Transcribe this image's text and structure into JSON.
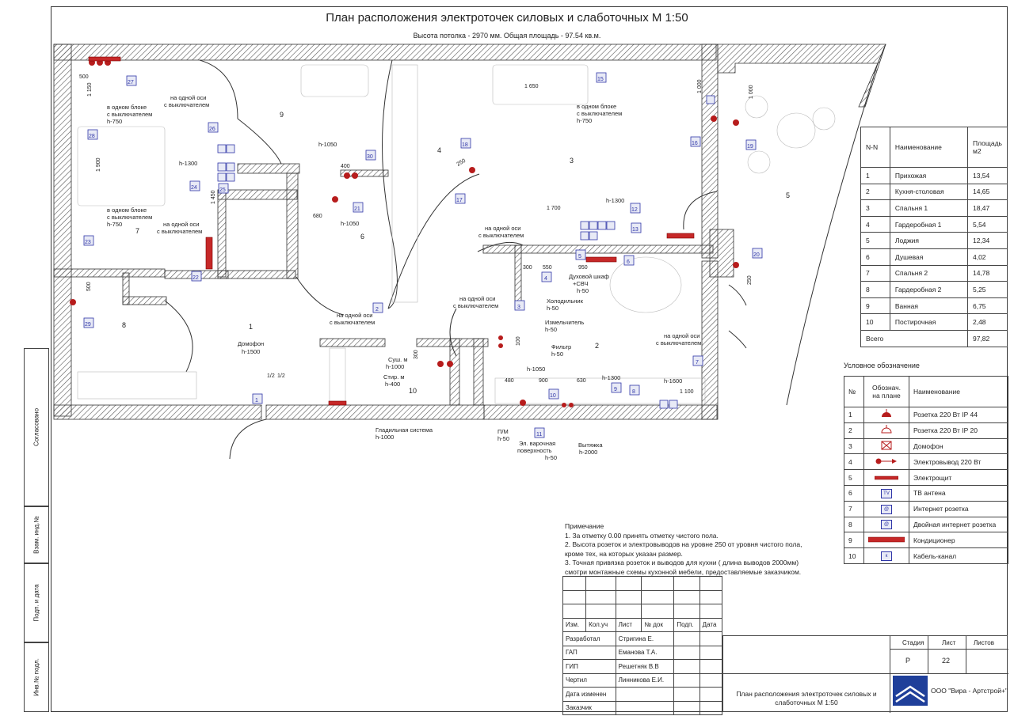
{
  "drawing": {
    "title": "План расположения электроточек силовых и слаботочных М 1:50",
    "subtitle": "Высота потолка - 2970 мм. Общая площадь - 97.54 кв.м."
  },
  "rooms_table": {
    "headers": {
      "num": "N-N",
      "name": "Наименование",
      "area": "Площадь м2"
    },
    "rows": [
      {
        "num": "1",
        "name": "Прихожая",
        "area": "13,54"
      },
      {
        "num": "2",
        "name": "Кухня-столовая",
        "area": "14,65"
      },
      {
        "num": "3",
        "name": "Спальня 1",
        "area": "18,47"
      },
      {
        "num": "4",
        "name": "Гардеробная 1",
        "area": "5,54"
      },
      {
        "num": "5",
        "name": "Лоджия",
        "area": "12,34"
      },
      {
        "num": "6",
        "name": "Душевая",
        "area": "4,02"
      },
      {
        "num": "7",
        "name": "Спальня 2",
        "area": "14,78"
      },
      {
        "num": "8",
        "name": "Гардеробная 2",
        "area": "5,25"
      },
      {
        "num": "9",
        "name": "Ванная",
        "area": "6,75"
      },
      {
        "num": "10",
        "name": "Постирочная",
        "area": "2,48"
      }
    ],
    "total": {
      "label": "Всего",
      "area": "97,82"
    }
  },
  "legend": {
    "title": "Условное обозначение",
    "headers": {
      "num": "№",
      "symbol": "Обознач. на плане",
      "name": "Наименование"
    },
    "rows": [
      {
        "num": "1",
        "name": "Розетка 220 Вт IP 44",
        "symbol": "socket-ip44"
      },
      {
        "num": "2",
        "name": "Розетка 220 Вт  IP 20",
        "symbol": "socket-ip20"
      },
      {
        "num": "3",
        "name": "Домофон",
        "symbol": "intercom"
      },
      {
        "num": "4",
        "name": "Электровывод  220 Вт",
        "symbol": "outlet"
      },
      {
        "num": "5",
        "name": "Электрощит",
        "symbol": "panel"
      },
      {
        "num": "6",
        "name": "ТВ антена",
        "symbol": "tv",
        "glyph": "TV"
      },
      {
        "num": "7",
        "name": "Интернет розетка",
        "symbol": "internet",
        "glyph": "@"
      },
      {
        "num": "8",
        "name": "Двойная интернет розетка",
        "symbol": "internet-double",
        "glyph": "@"
      },
      {
        "num": "9",
        "name": "Кондиционер",
        "symbol": "ac"
      },
      {
        "num": "10",
        "name": "Кабель-канал",
        "symbol": "cable",
        "glyph": "к"
      }
    ]
  },
  "notes": {
    "title": "Примечание",
    "lines": [
      "1. За отметку 0.00 принять отметку чистого пола.",
      "2. Высота розеток и электровыводов на уровне 250 от уровня чистого пола,",
      "кроме тех, на которых указан размер.",
      "3. Точная привязка розеток и выводов для кухни ( длина выводов 2000мм)",
      "смотри монтажные схемы кухонной мебели, предоставляемые заказчиком."
    ]
  },
  "side_stamp": [
    "Согласовано",
    "Взам. инд.№",
    "Подп. и дата",
    "Инв.№ подл."
  ],
  "stamp": {
    "headers": [
      "Изм.",
      "Кол.уч",
      "Лист",
      "№ док",
      "Подп.",
      "Дата"
    ],
    "people": [
      {
        "role": "Разработал",
        "name": "Стригина Е."
      },
      {
        "role": "ГАП",
        "name": "Еманова Т.А."
      },
      {
        "role": "ГИП",
        "name": "Решетняк В.В"
      },
      {
        "role": "Чертил",
        "name": "Линникова Е.И."
      },
      {
        "role": "Дата изменен",
        "name": ""
      },
      {
        "role": "Заказчик",
        "name": ""
      }
    ],
    "stage_label": "Стадия",
    "sheet_label": "Лист",
    "sheets_label": "Листов",
    "stage": "Р",
    "sheet": "22",
    "sheets": "",
    "drawing_name": "План расположения электроточек силовых и слаботочных М 1:50",
    "company": "ООО \"Вира - Артстрой+\""
  },
  "plan": {
    "room_numbers": [
      "1",
      "2",
      "3",
      "4",
      "5",
      "6",
      "7",
      "8",
      "9",
      "10"
    ],
    "markers": [
      "1",
      "2",
      "3",
      "4",
      "5",
      "6",
      "7",
      "8",
      "9",
      "10",
      "11",
      "12",
      "13",
      "15",
      "16",
      "17",
      "18",
      "19",
      "20",
      "21",
      "22",
      "23",
      "24",
      "25",
      "26",
      "27",
      "28",
      "29",
      "30"
    ],
    "dimensions": [
      "500",
      "1 150",
      "1 900",
      "1 450",
      "500",
      "680",
      "400",
      "1 650",
      "250",
      "1 700",
      "300",
      "550",
      "950",
      "1 000",
      "1 000",
      "250",
      "300",
      "480",
      "900",
      "630",
      "1 100",
      "1/2",
      "1/2",
      "100"
    ],
    "notes": {
      "same_block_1": "в одном блоке",
      "same_block_2": "с выключателем",
      "h750": "h-750",
      "same_axis_1": "на одной оси",
      "same_axis_2": "с выключателем",
      "h1300": "h-1300",
      "h1050": "h-1050",
      "h1000": "h-1000",
      "h400": "h-400",
      "h1600": "h-1600",
      "h1500": "h-1500",
      "h2000": "h-2000",
      "h50": "h-50",
      "intercom": "Домофон",
      "dryer": "Суш. м",
      "washer": "Стир. м",
      "iron": "Гладильная система",
      "fridge": "Холодильник",
      "oven_1": "Духовой шкаф",
      "oven_2": "+СВЧ",
      "grinder": "Измельчитель",
      "filter": "Фильтр",
      "dishwasher": "П/М",
      "hob_1": "Эл. варочная",
      "hob_2": "поверхность",
      "hood": "Вытяжка"
    }
  },
  "colors": {
    "wall_hatch": "#555555",
    "socket": "#b71c1c",
    "lowvoltage": "#2f36a8",
    "marker_fill": "#e8eaf6"
  }
}
